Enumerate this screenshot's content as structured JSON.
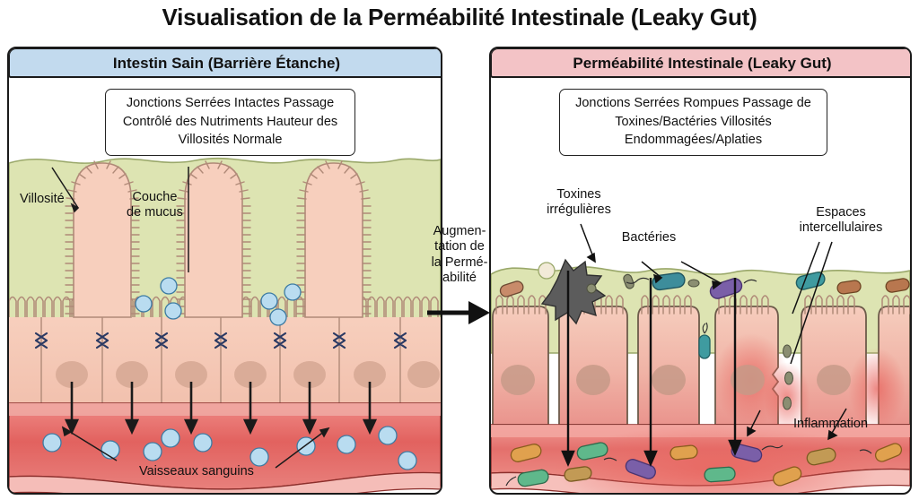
{
  "title": "Visualisation de la Perméabilité Intestinale (Leaky Gut)",
  "colors": {
    "header_healthy_bg": "#c2daee",
    "header_leaky_bg": "#f3c3c6",
    "mucus_layer": "#dde4b2",
    "epithelium": "#f7cfbd",
    "blood_vessel": "#e2625f",
    "nutrient_particle": "#b9dcf0",
    "tight_junction": "#2b3a63",
    "toxin": "#5c5c5c",
    "panel_border": "#1a1a1a",
    "text": "#111111"
  },
  "panels": {
    "healthy": {
      "header": "Intestin Sain (Barrière Étanche)",
      "info_text": "Jonctions Serrées Intactes\nPassage Contrôlé des Nutriments\nHauteur des Villosités Normale",
      "info_lines": [
        "Jonctions Serrées Intactes",
        "Passage Contrôlé des Nutriments",
        "Hauteur des Villosités Normale"
      ],
      "labels": {
        "villus": "Villosité",
        "mucus": "Couche\nde mucus",
        "blood_vessels": "Vaisseaux sanguins"
      },
      "features": [
        "villosites-intactes",
        "couche-de-mucus-epaisse",
        "jonctions-serrees",
        "nutriments-absorbes",
        "vaisseaux-sanguins"
      ],
      "counts": {
        "villi": 3,
        "tight_junctions": 7,
        "nutrient_particles_mucus": 6,
        "nutrient_particles_blood": 10,
        "absorption_arrows": 6
      }
    },
    "leaky": {
      "header": "Perméabilité Intestinale (Leaky Gut)",
      "info_text": "Jonctions Serrées Rompues\nPassage de Toxines/Bactéries\nVillosités Endommagées/Aplaties",
      "info_lines": [
        "Jonctions Serrées Rompues",
        "Passage de Toxines/Bactéries",
        "Villosités Endommagées/Aplaties"
      ],
      "labels": {
        "toxins": "Toxines\nirrégulières",
        "bacteria": "Bactéries",
        "gaps": "Espaces\nintercellulaires",
        "inflammation": "Inflammation"
      },
      "features": [
        "villosites-aplaties",
        "couche-de-mucus-mince",
        "espaces-intercellulaires",
        "toxines",
        "bacteries",
        "inflammation"
      ],
      "counts": {
        "flattened_cells": 6,
        "surface_bacteria": 7,
        "bloodstream_bacteria": 11,
        "toxin_stars": 1,
        "penetration_arrows": 3
      }
    }
  },
  "center": {
    "label": "Augmen-\ntation de\nla Permé-\nabilité",
    "label_plain": "Augmentation de la Perméabilité",
    "arrow_direction": "right"
  }
}
